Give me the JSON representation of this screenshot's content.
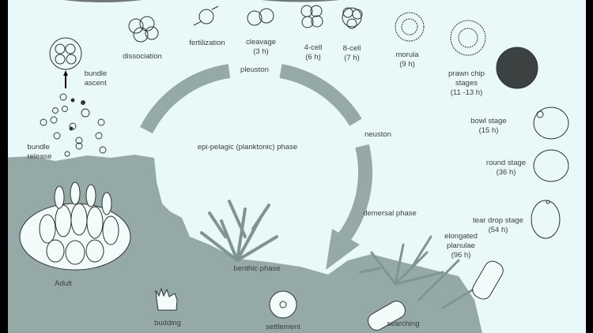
{
  "colors": {
    "water": "#e9f8f8",
    "seafloor": "#95aaa7",
    "arrow": "#95aaa7",
    "line": "#2f3333"
  },
  "stages": {
    "dissociation": "dissociation",
    "fertilization": "fertilization",
    "cleavage": [
      "cleavage",
      "(3 h)"
    ],
    "four_cell": [
      "4-cell",
      "(6 h)"
    ],
    "eight_cell": [
      "8-cell",
      "(7 h)"
    ],
    "morula": [
      "morula",
      "(9 h)"
    ],
    "prawn_chip": [
      "prawn chip",
      "stages",
      "(11 -13 h)"
    ],
    "bowl": [
      "bowl stage",
      "(15 h)"
    ],
    "round": [
      "round stage",
      "(36 h)"
    ],
    "tear_drop": [
      "tear drop stage",
      "(54 h)"
    ],
    "elongated": [
      "elongated",
      "planulae",
      "(96 h)"
    ],
    "searching": "searching",
    "settlement": "settlement",
    "budding": "budding",
    "adult": "Adult",
    "bundle_release": [
      "bundle",
      "release"
    ],
    "bundle_ascent": [
      "bundle",
      "ascent"
    ]
  },
  "phases": {
    "pleuston": "pleuston",
    "neuston": "neuston",
    "epi_pelagic": "epi-pelagic (planktonic) phase",
    "demersal": "demersal phase",
    "benthic": "benthic phase"
  }
}
